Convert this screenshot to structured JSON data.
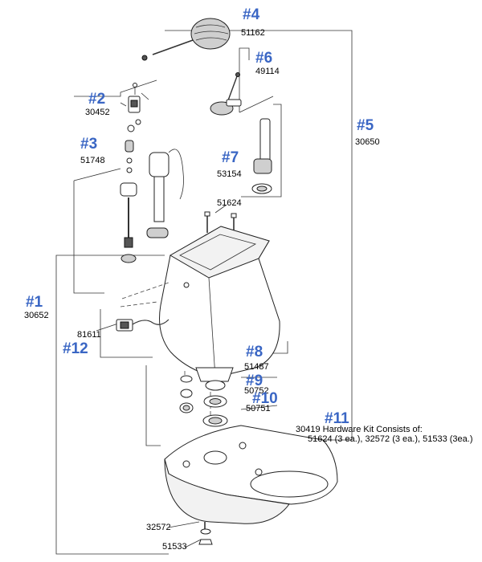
{
  "parts": [
    {
      "id": "p4",
      "callout": "#4",
      "number": "51162"
    },
    {
      "id": "p6",
      "callout": "#6",
      "number": "49114"
    },
    {
      "id": "p2",
      "callout": "#2",
      "number": "30452"
    },
    {
      "id": "p5",
      "callout": "#5",
      "number": "30650"
    },
    {
      "id": "p3",
      "callout": "#3",
      "number": "51748"
    },
    {
      "id": "p7",
      "callout": "#7",
      "number": "53154"
    },
    {
      "id": "p1",
      "callout": "#1",
      "number": "30652"
    },
    {
      "id": "p12",
      "callout": "#12",
      "number": "81611"
    },
    {
      "id": "p8",
      "callout": "#8",
      "number": "51487"
    },
    {
      "id": "p9",
      "callout": "#9",
      "number": "50752"
    },
    {
      "id": "p10",
      "callout": "#10",
      "number": "50751"
    }
  ],
  "bolt_label": "51624",
  "kit": {
    "callout": "#11",
    "line1": "30419 Hardware  Kit  Consists of:",
    "line2": "51624 (3 ea.), 32572 (3 ea.), 51533  (3ea.)"
  },
  "bottom_labels": [
    {
      "id": "washer",
      "text": "32572"
    },
    {
      "id": "nut",
      "text": "51533"
    }
  ],
  "colors": {
    "callout": "#3a66c4",
    "part_number": "#000000",
    "linework": "#333333"
  }
}
